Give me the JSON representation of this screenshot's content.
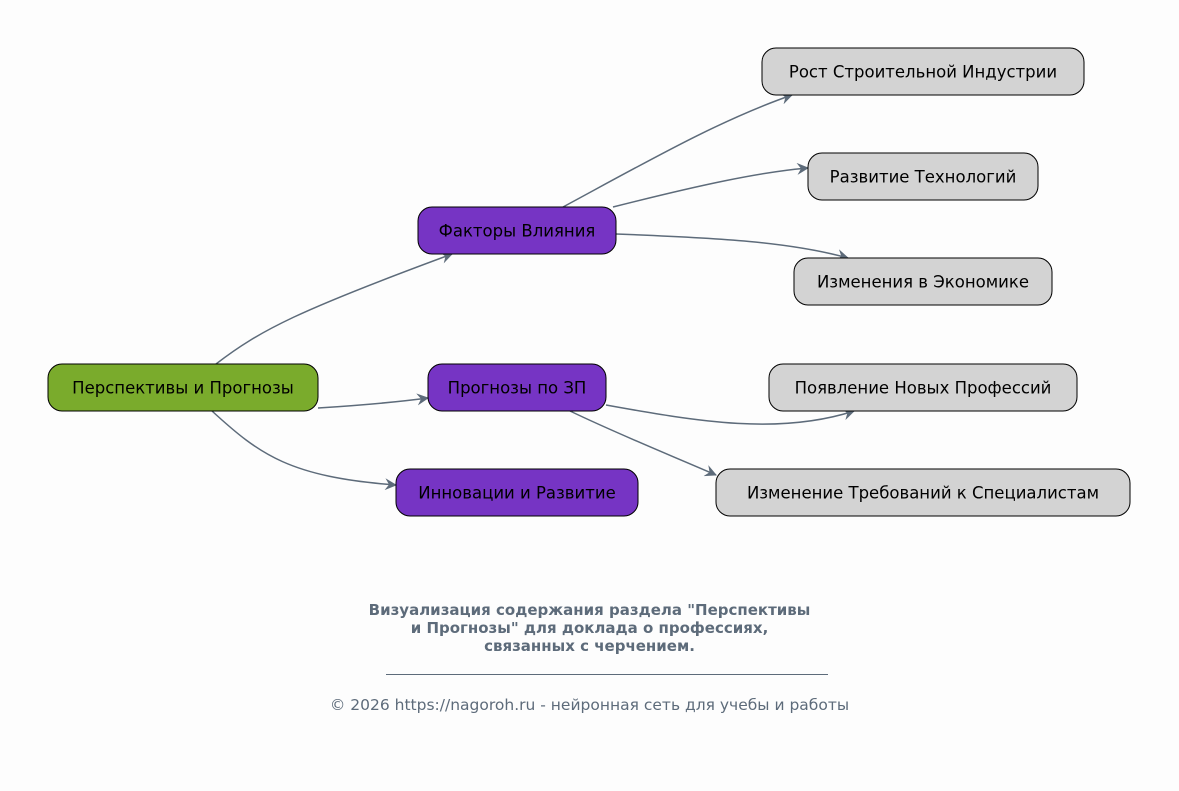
{
  "colors": {
    "root": "#7aab2c",
    "branch": "#7634c4",
    "leaf": "#d3d3d3",
    "edge": "#5d6b7a",
    "text_muted": "#5d6b7a"
  },
  "nodes": {
    "root": "Перспективы и Прогнозы",
    "factors": "Факторы Влияния",
    "salary": "Прогнозы по ЗП",
    "innovation": "Инновации и Развитие",
    "construction": "Рост Строительной Индустрии",
    "technology": "Развитие Технологий",
    "economy": "Изменения в Экономике",
    "new_professions": "Появление Новых Профессий",
    "requirements": "Изменение Требований к Специалистам"
  },
  "caption": {
    "lines": [
      "Визуализация содержания раздела \"Перспективы",
      "и Прогнозы\" для доклада о профессиях,",
      "связанных с черчением."
    ],
    "footer": "© 2026 https://nagoroh.ru - нейронная сеть для учебы и работы"
  }
}
